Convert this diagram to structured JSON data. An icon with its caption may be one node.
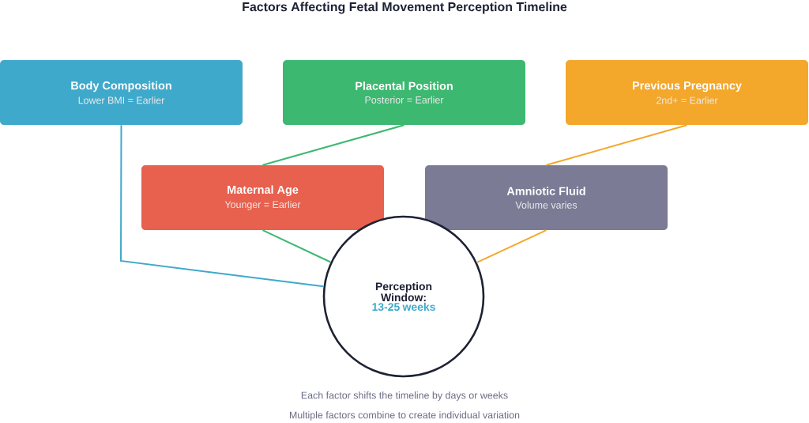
{
  "diagram": {
    "title": "Factors Affecting Fetal Movement Perception Timeline",
    "nodes": [
      {
        "text": [
          "Body Composition",
          "Lower BMI = Earlier"
        ]
      },
      {
        "text": [
          "Placental Position",
          "Posterior = Earlier"
        ]
      },
      {
        "text": [
          "Previous Pregnancy",
          "2nd+ = Earlier"
        ]
      },
      {
        "text": [
          "Maternal Age",
          "Younger = Earlier"
        ]
      },
      {
        "text": [
          "Amniotic Fluid",
          "Volume varies"
        ]
      },
      {
        "text": [
          "Perception Window:",
          "13-25 weeks"
        ]
      }
    ],
    "edges": [
      {
        "from": 0,
        "to": 5,
        "arrow": "none",
        "color": "#3fa9cb"
      },
      {
        "from": 1,
        "to": 3,
        "arrow": "none",
        "color": "#3cb871"
      },
      {
        "from": 3,
        "to": 5,
        "arrow": "none",
        "color": "#3cb871"
      },
      {
        "from": 2,
        "to": 4,
        "arrow": "none",
        "color": "#f3a72b"
      },
      {
        "from": 4,
        "to": 5,
        "arrow": "none",
        "color": "#f3a72b"
      }
    ],
    "labels": [
      "Each factor shifts the timeline by days or weeks",
      "Multiple factors combine to create individual variation"
    ]
  }
}
